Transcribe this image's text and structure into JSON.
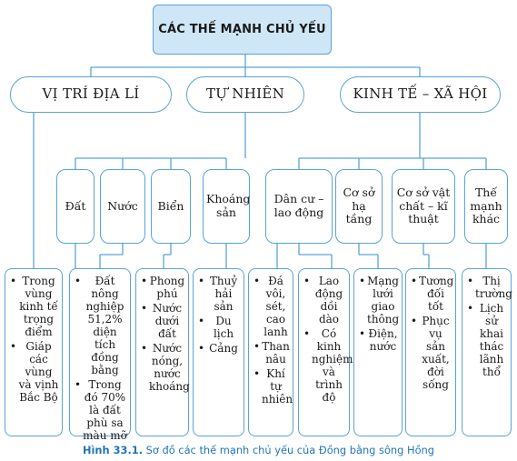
{
  "root": "CÁC THẾ MẠNH CHỦ YẾU",
  "level1": [
    "VỊ TRÍ ĐỊA LÍ",
    "TỰ NHIÊN",
    "KINH TẾ – XÃ HỘI"
  ],
  "level2": [
    "Đất",
    "Nước",
    "Biển",
    "Khoáng sản",
    "Dân cư – lao động",
    "Cơ sở hạ tầng",
    "Cơ sở vật chất – kĩ thuật",
    "Thế mạnh khác"
  ],
  "leaves": [
    [
      "Trong vùng kinh tế trọng điểm",
      "Giáp các vùng và vịnh Bắc Bộ"
    ],
    [
      "Đất nông nghiệp 51,2% diện tích đồng bằng",
      "Trong đó 70% là đất phù sa màu mỡ"
    ],
    [
      "Phong phú",
      "Nước dưới đất",
      "Nước nóng, nước khoáng"
    ],
    [
      "Thuỷ hải sản",
      "Du lịch",
      "Cảng"
    ],
    [
      "Đá vôi, sét, cao lanh",
      "Than nâu",
      "Khí tự nhiên"
    ],
    [
      "Lao động dồi dào",
      "Có kinh nghiệm và trình độ"
    ],
    [
      "Mạng lưới giao thông",
      "Điện, nước"
    ],
    [
      "Tương đối tốt",
      "Phục vụ sản xuất, đời sống"
    ],
    [
      "Thị trường",
      "Lịch sử khai thác lãnh thổ"
    ]
  ],
  "caption": {
    "figure": "Hình 33.1.",
    "text": "Sơ đồ các thế mạnh chủ yếu của Đồng bằng sông Hồng"
  },
  "colors": {
    "border": "#5aa3d6",
    "root_fill": "#cfe6f6",
    "caption": "#1f76b8"
  }
}
